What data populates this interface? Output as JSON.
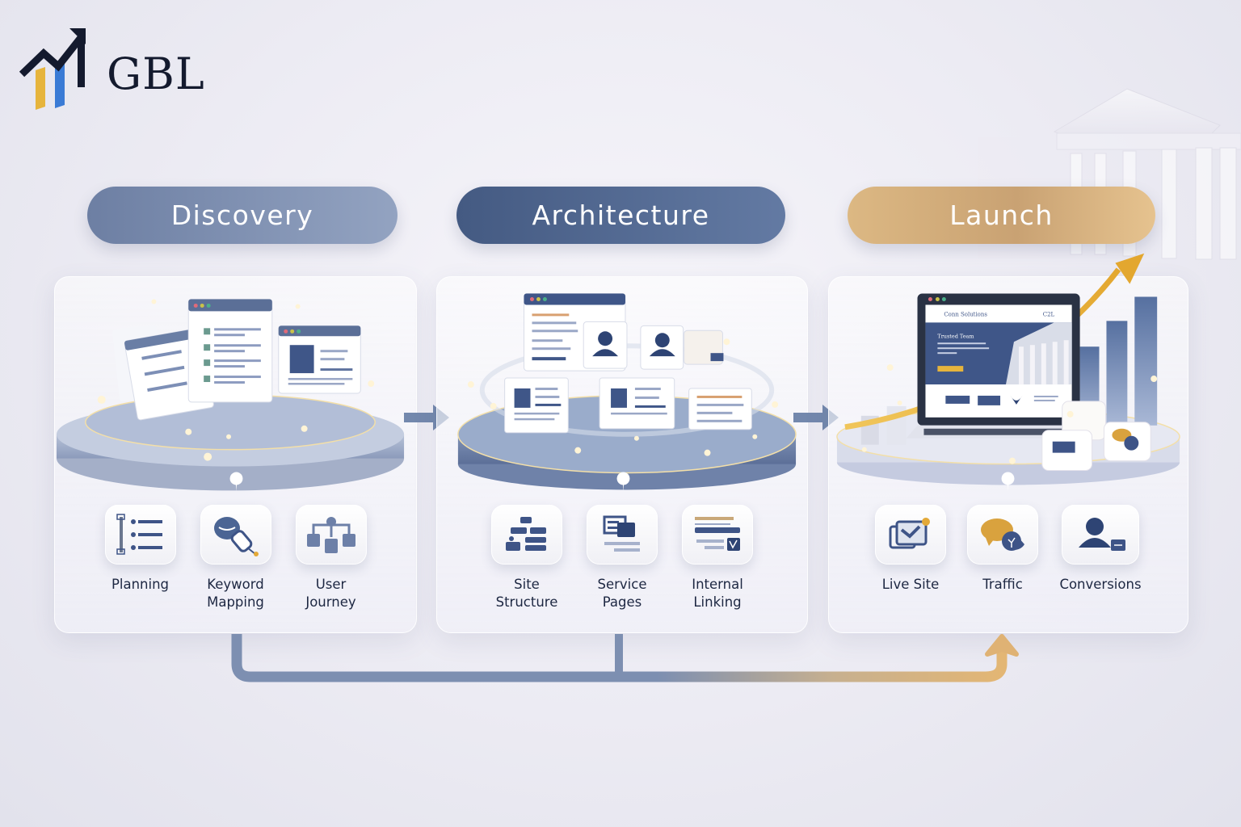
{
  "brand": {
    "name": "GBL",
    "colors": {
      "navy": "#141a2e",
      "gold": "#e6b43c",
      "blue": "#3a7bd5"
    }
  },
  "stages": [
    {
      "id": "discovery",
      "label": "Discovery",
      "color": "#7d8fb1",
      "items": [
        {
          "label": "Planning",
          "icon": "checklist-icon"
        },
        {
          "label": "Keyword\nMapping",
          "icon": "keyword-tag-icon"
        },
        {
          "label": "User\nJourney",
          "icon": "flow-hierarchy-icon"
        }
      ]
    },
    {
      "id": "architecture",
      "label": "Architecture",
      "color": "#4f6690",
      "items": [
        {
          "label": "Site\nStructure",
          "icon": "sitemap-icon"
        },
        {
          "label": "Service\nPages",
          "icon": "pages-icon"
        },
        {
          "label": "Internal\nLinking",
          "icon": "link-layout-icon"
        }
      ]
    },
    {
      "id": "launch",
      "label": "Launch",
      "color": "#d3af7d",
      "items": [
        {
          "label": "Live Site",
          "icon": "live-site-monitor-icon"
        },
        {
          "label": "Traffic",
          "icon": "traffic-chat-icon"
        },
        {
          "label": "Conversions",
          "icon": "user-conversion-icon"
        }
      ]
    }
  ],
  "connector": {
    "from_color": "#7d8fb1",
    "to_color": "#e3b674"
  },
  "illustrations": {
    "launch_laptop": {
      "site_title": "Conn Solutions",
      "hero_heading": "Trusted Team",
      "phone": "C2L"
    }
  }
}
